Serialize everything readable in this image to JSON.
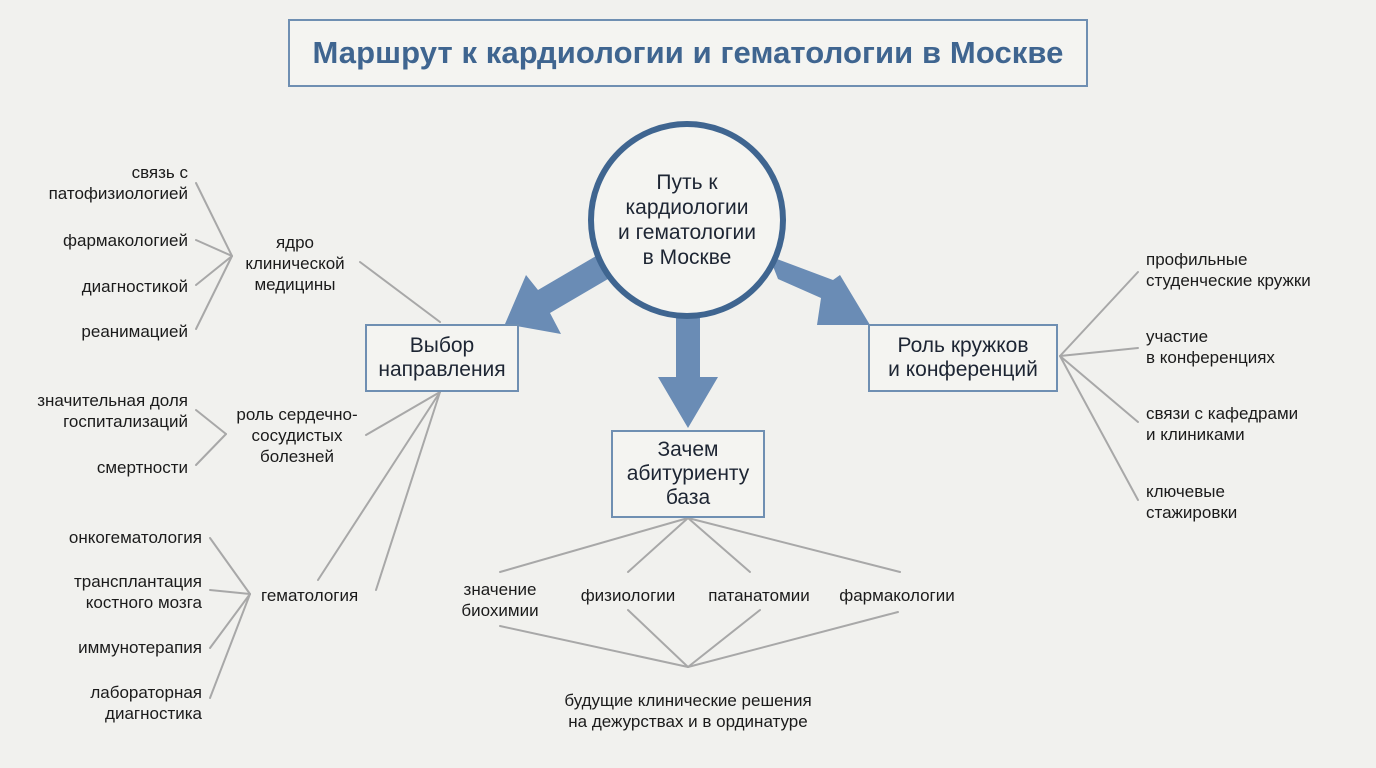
{
  "title": "Маршрут к кардиологии и гематологии в Москве",
  "center": "Путь к\nкардиологии\nи гематологии\nв Москве",
  "nodes": {
    "choice": "Выбор\nнаправления",
    "roles": "Роль кружков\nи конференций",
    "why": "Зачем\nабитуриенту\nбаза"
  },
  "left": {
    "core": {
      "label": "ядро\nклинической\nмедицины",
      "items": [
        "связь с\nпатофизиологией",
        "фармакологией",
        "диагностикой",
        "реанимацией"
      ]
    },
    "cvd": {
      "label": "роль сердечно-\nсосудистых\nболезней",
      "items": [
        "значительная доля\nгоспитализаций",
        "смертности"
      ]
    },
    "hematology": {
      "label": "гематология",
      "items": [
        "онкогематология",
        "трансплантация\nкостного мозга",
        "иммунотерапия",
        "лабораторная\nдиагностика"
      ]
    }
  },
  "right": {
    "items": [
      "профильные\nстуденческие кружки",
      "участие\nв конференциях",
      "связи с кафедрами\nи клиниками",
      "ключевые\nстажировки"
    ]
  },
  "bottom": {
    "items": [
      "значение\nбиохимии",
      "физиологии",
      "патанатомии",
      "фармакологии"
    ],
    "outcome": "будущие клинические решения\nна дежурствах и в ординатуре"
  },
  "colors": {
    "accent": "#3f6590",
    "box_border": "#6f8fb2",
    "arrow": "#6a8cb5",
    "line": "#a8a8a8",
    "background": "#f1f1ee"
  }
}
